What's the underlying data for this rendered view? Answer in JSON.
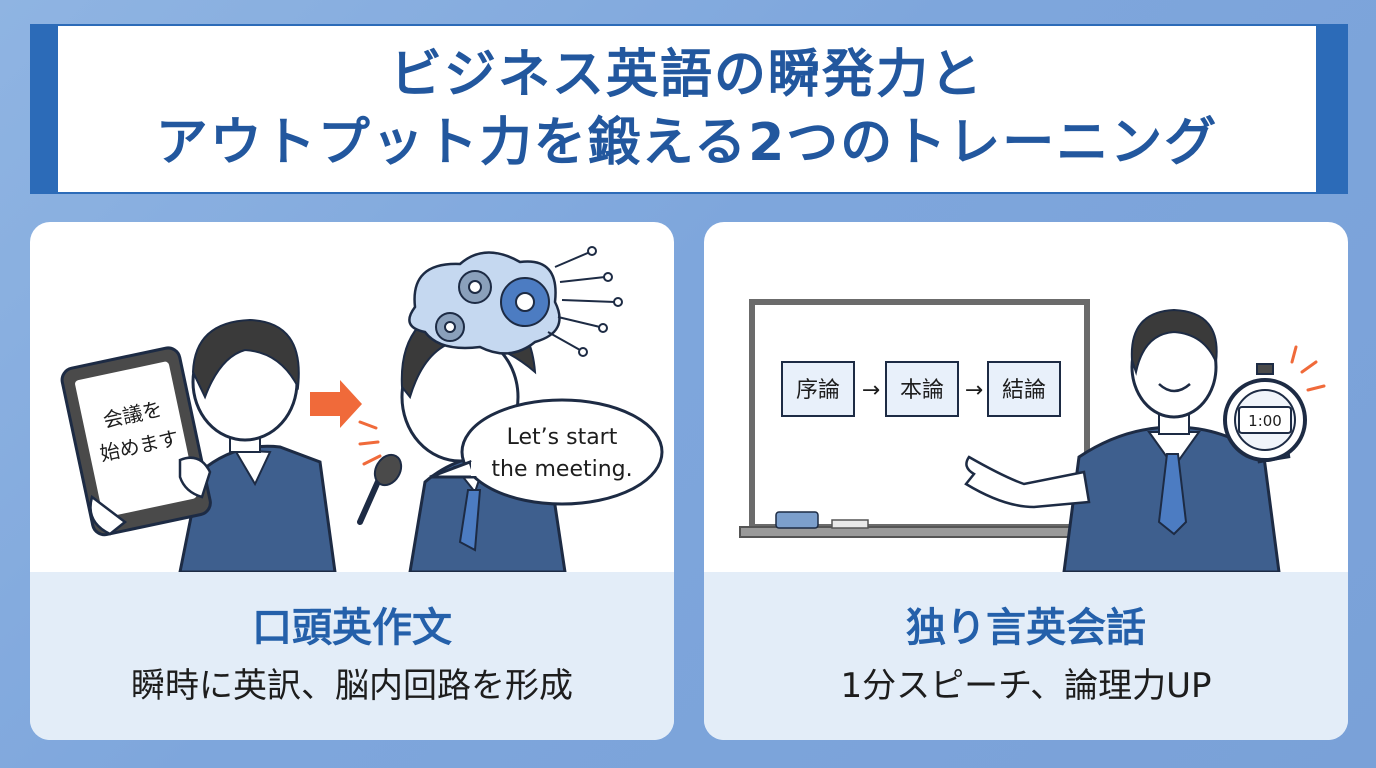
{
  "title": {
    "line1": "ビジネス英語の瞬発力と",
    "line2": "アウトプット力を鍛える2つのトレーニング"
  },
  "cards": [
    {
      "heading": "口頭英作文",
      "sub": "瞬時に英訳、脳内回路を形成",
      "tablet_line1": "会議を",
      "tablet_line2": "始めます",
      "bubble_line1": "Let’s start",
      "bubble_line2": "the meeting."
    },
    {
      "heading": "独り言英会話",
      "sub": "1分スピーチ、論理力UP",
      "steps": [
        "序論",
        "本論",
        "結論"
      ],
      "arrow": "→",
      "timer": "1:00"
    }
  ],
  "colors": {
    "title_text": "#22579e",
    "heading_text": "#2460aa",
    "accent_orange": "#f06a3a",
    "suit_navy": "#3e5f8e"
  },
  "icons": [
    "gear-icon",
    "microphone-icon",
    "stopwatch-icon",
    "arrow-right-icon"
  ]
}
